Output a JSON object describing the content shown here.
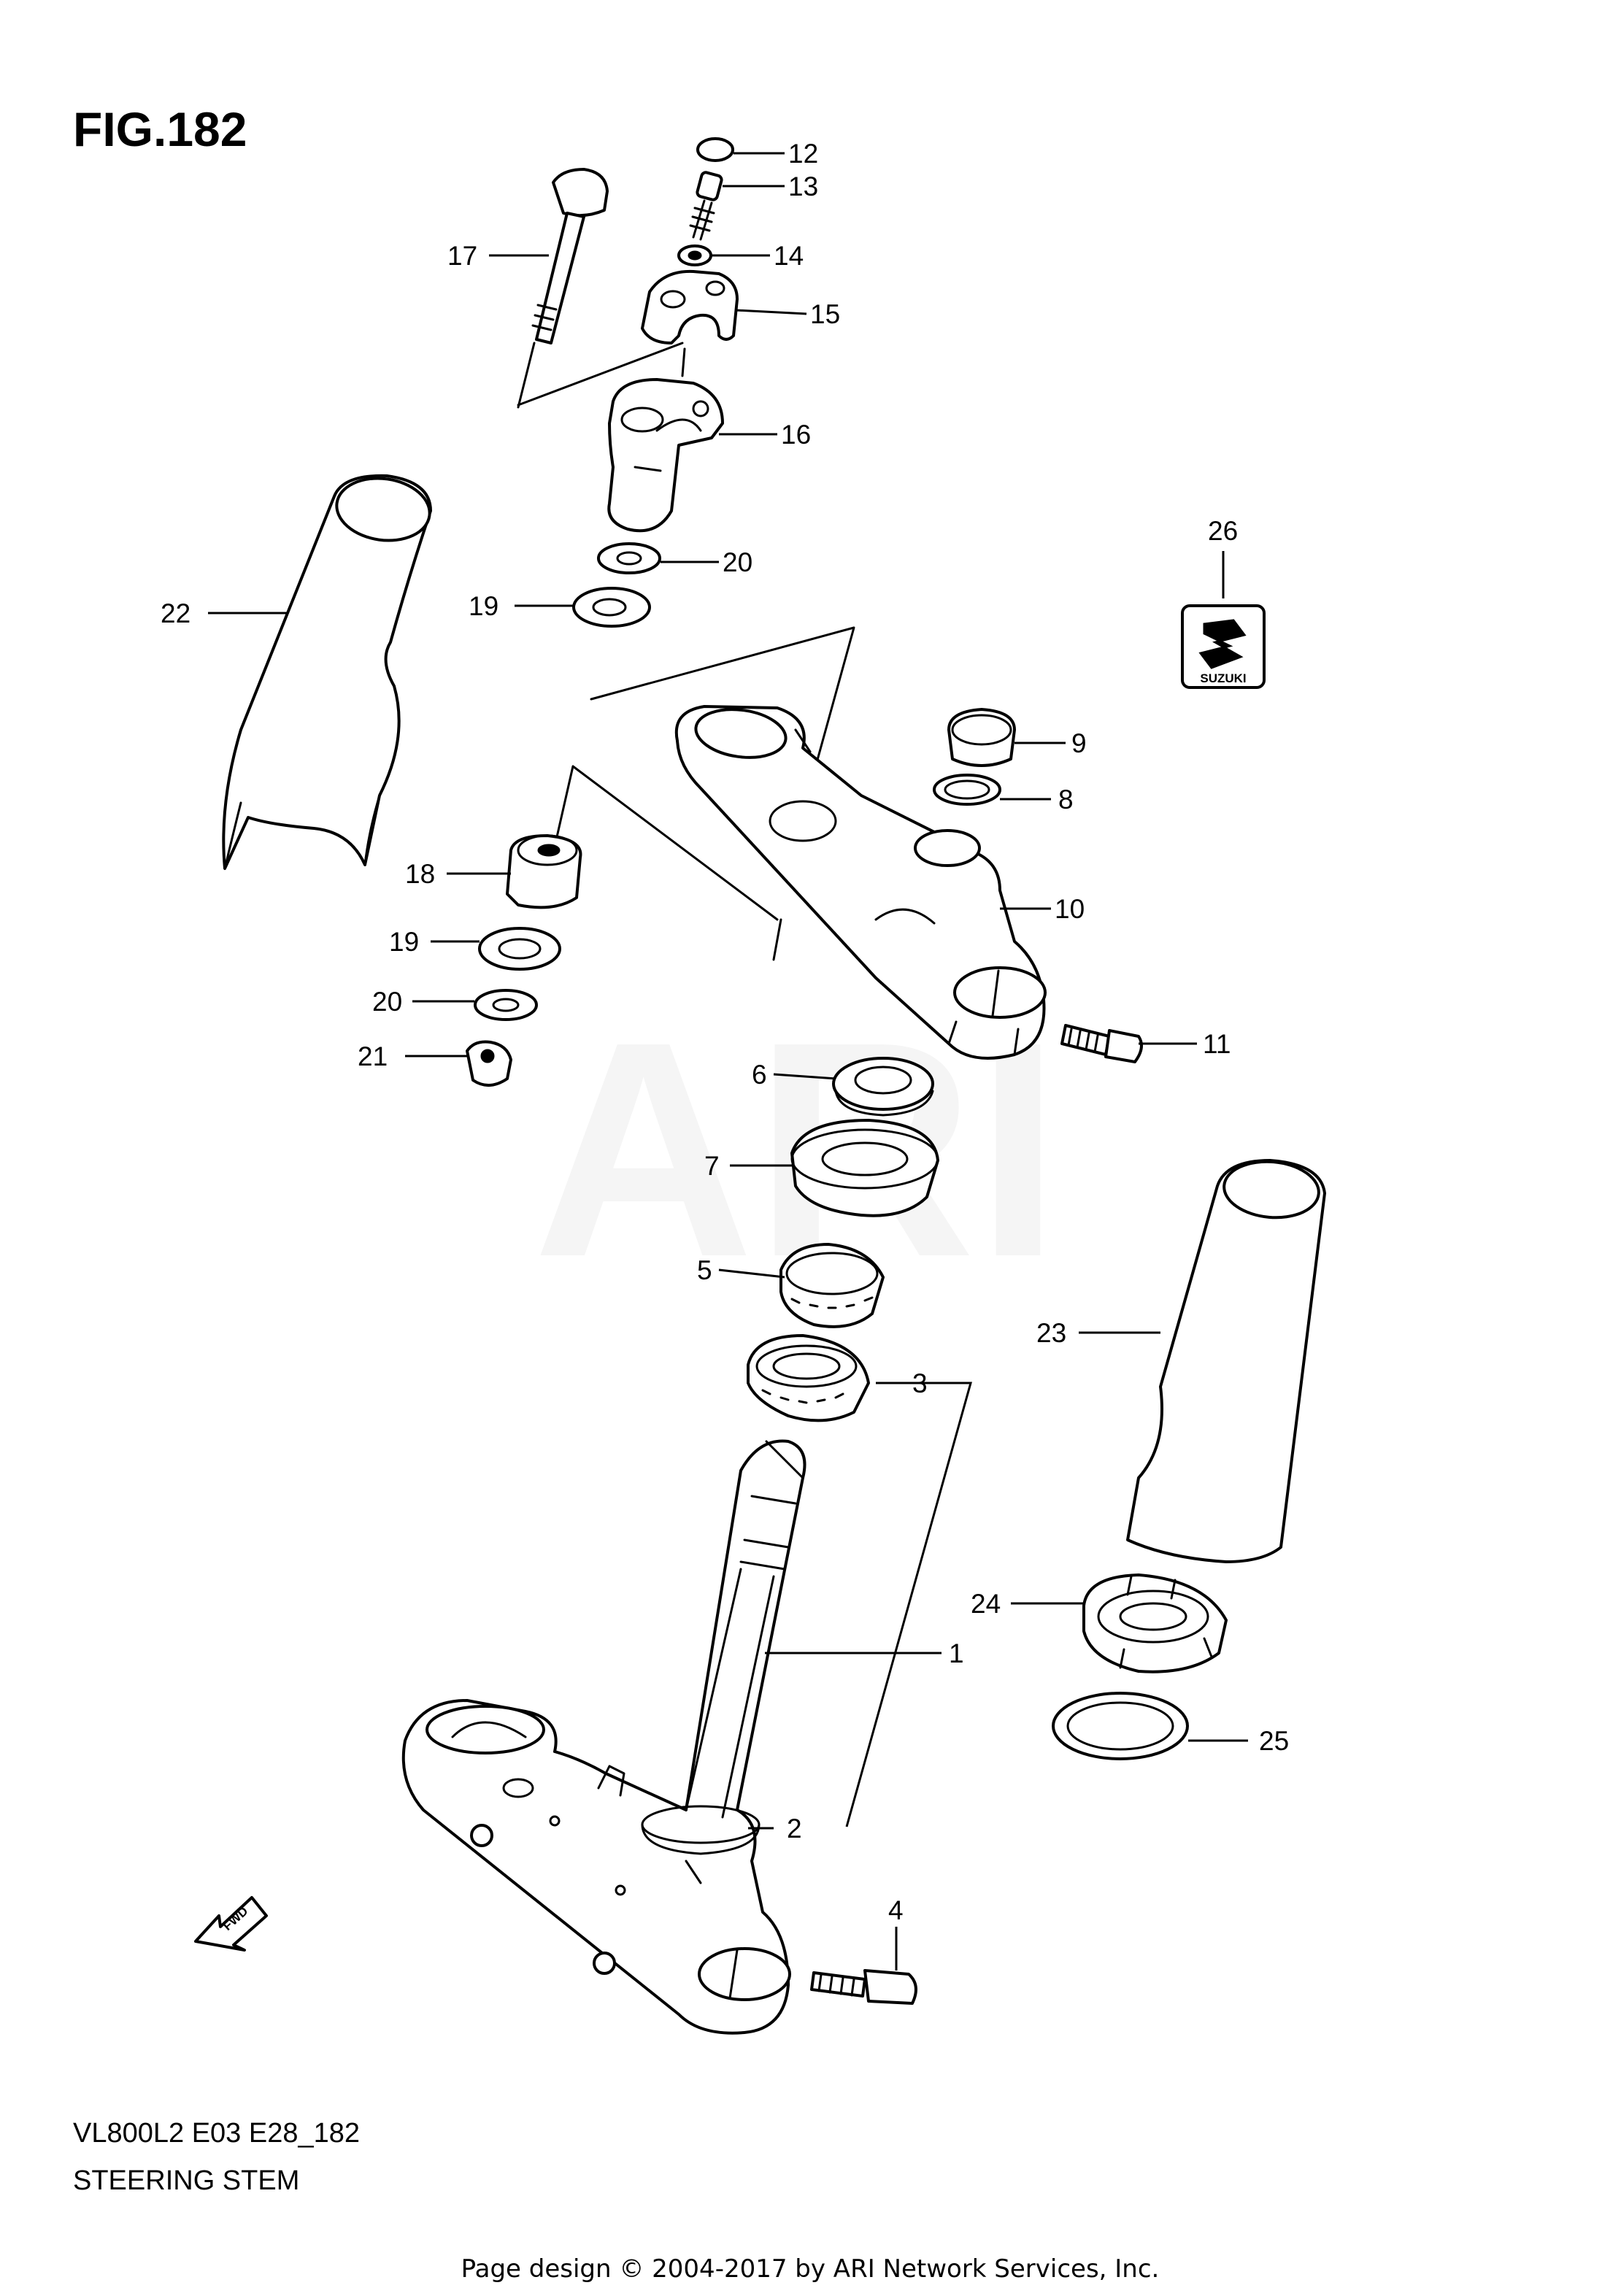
{
  "figure": {
    "title": "FIG.182",
    "model_code": "VL800L2 E03 E28_182",
    "caption": "STEERING STEM"
  },
  "watermark": "ARI",
  "brand_label": "SUZUKI",
  "fwd_label": "FWD",
  "footer": "Page design © 2004-2017 by ARI Network Services, Inc.",
  "callouts": {
    "c1": "1",
    "c2": "2",
    "c3": "3",
    "c4": "4",
    "c5": "5",
    "c6": "6",
    "c7": "7",
    "c8": "8",
    "c9": "9",
    "c10": "10",
    "c11": "11",
    "c12": "12",
    "c13": "13",
    "c14": "14",
    "c15": "15",
    "c16": "16",
    "c17": "17",
    "c18": "18",
    "c19a": "19",
    "c19b": "19",
    "c20a": "20",
    "c20b": "20",
    "c21": "21",
    "c22": "22",
    "c23": "23",
    "c24": "24",
    "c25": "25",
    "c26": "26"
  },
  "colors": {
    "ink": "#000000",
    "paper": "#ffffff",
    "watermark": "#f2f2f2"
  }
}
